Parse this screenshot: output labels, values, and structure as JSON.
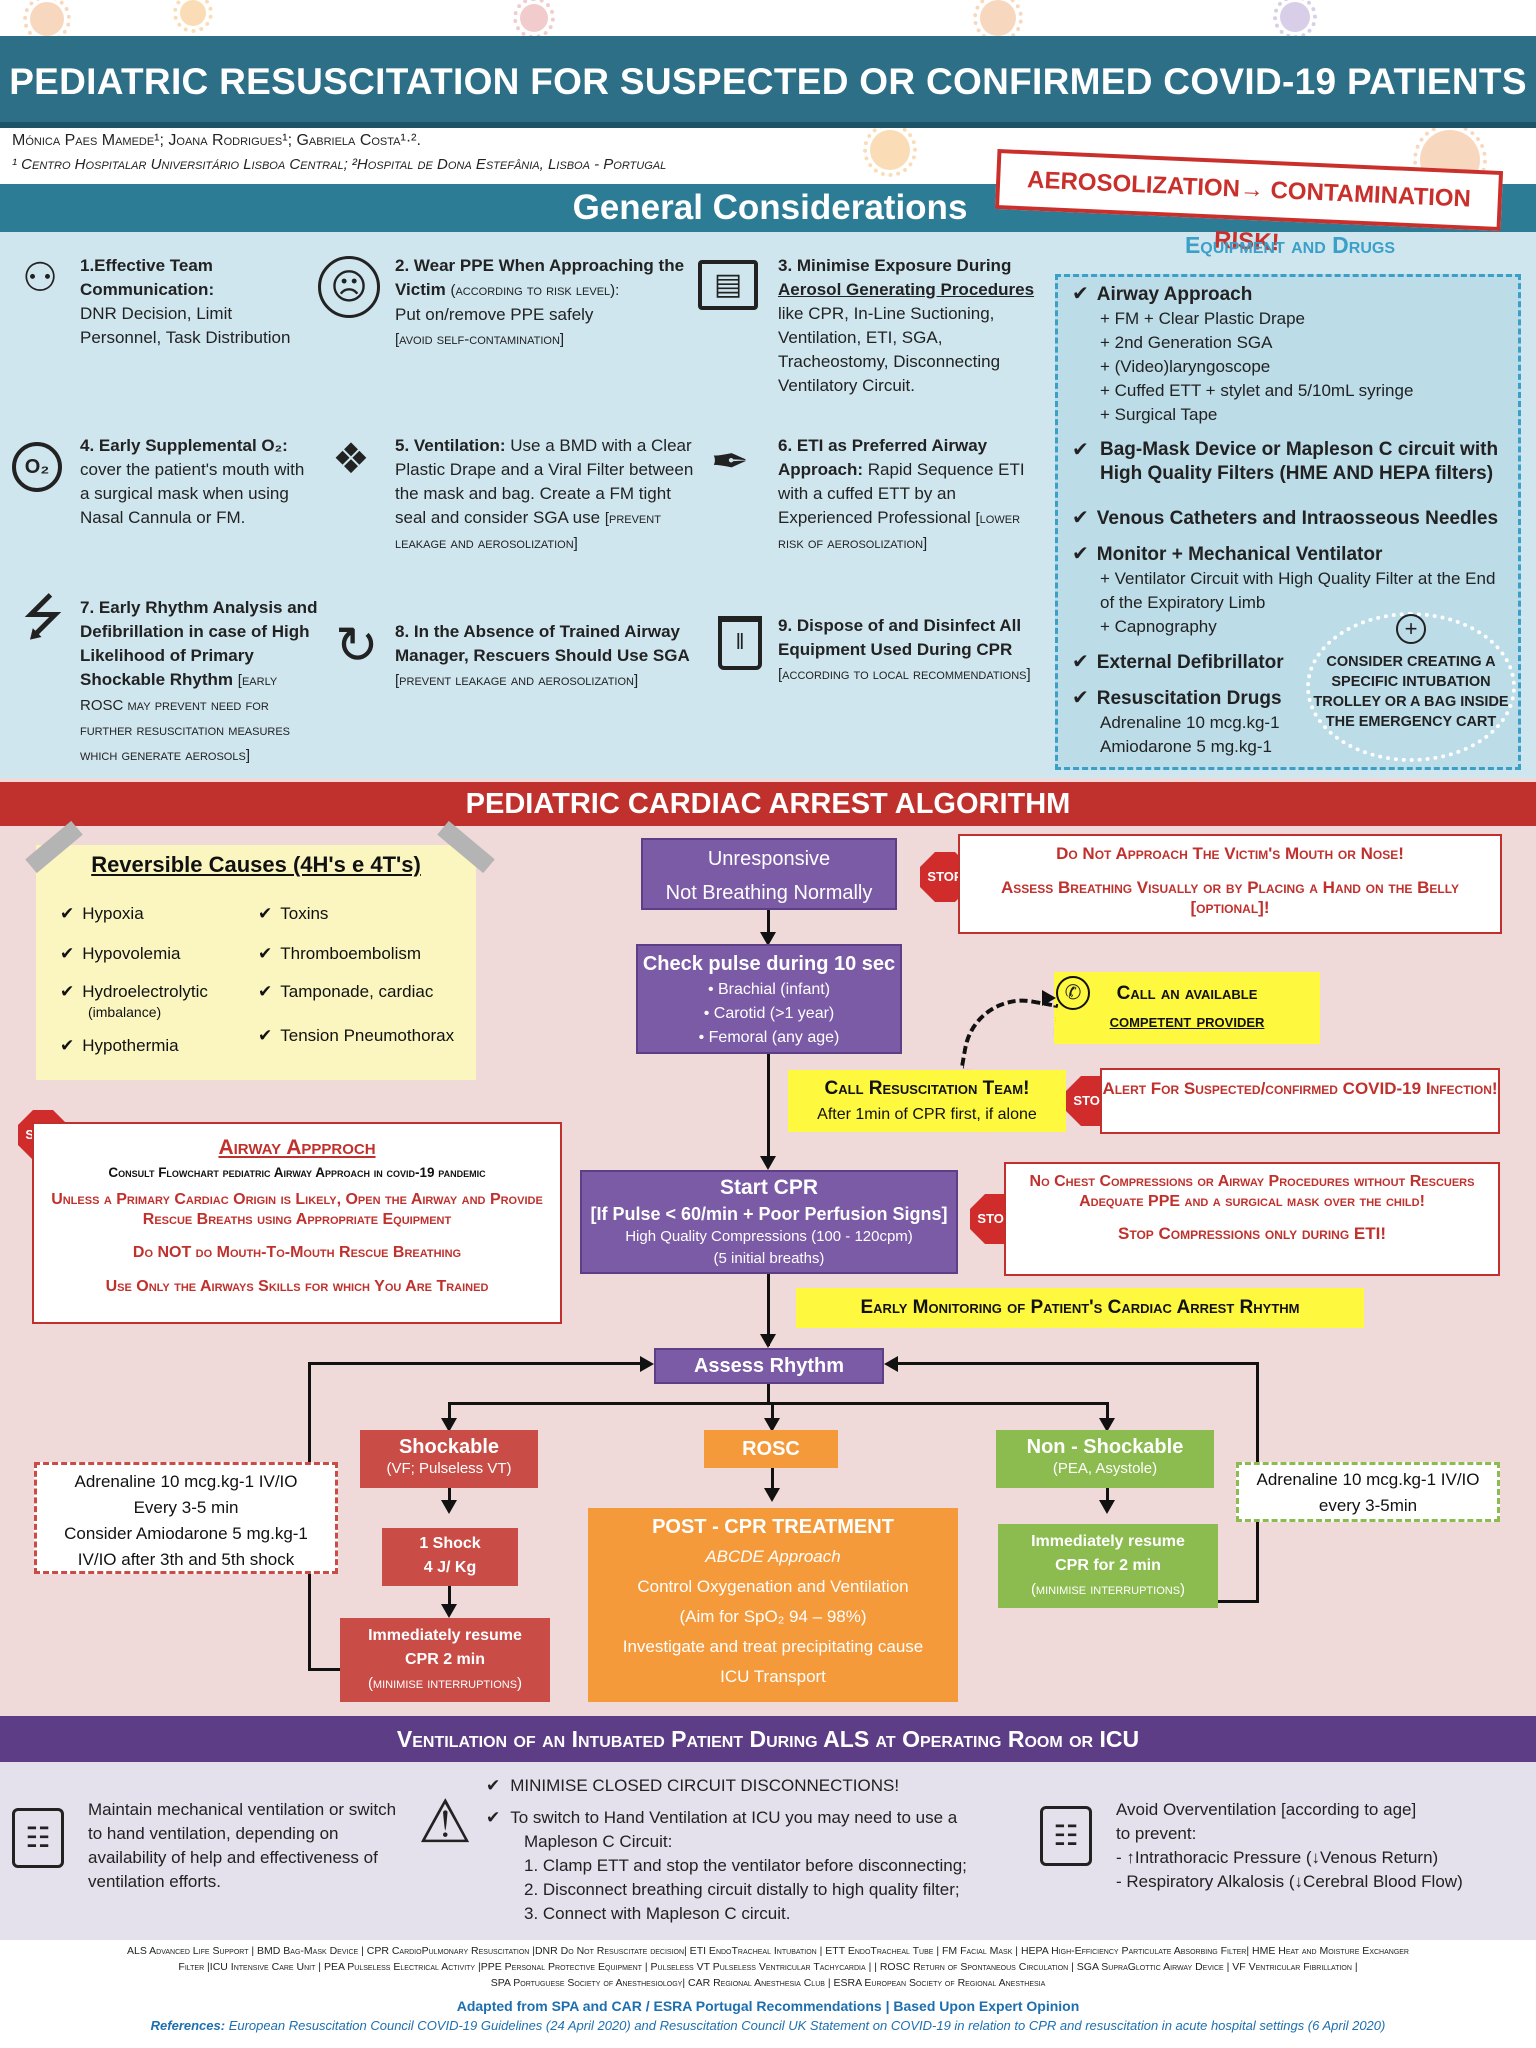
{
  "header": {
    "title": "PEDIATRIC RESUSCITATION FOR SUSPECTED OR CONFIRMED COVID-19 PATIENTS",
    "authors_line": "Mónica Paes Mamede¹; Joana Rodrigues¹; Gabriela Costa¹·².",
    "affiliation_line": "¹ Centro Hospitalar Universitário Lisboa Central; ²Hospital de Dona Estefânia, Lisboa - Portugal"
  },
  "general": {
    "title": "General Considerations",
    "warning": "AEROSOLIZATION→ CONTAMINATION RISK!",
    "items": [
      {
        "icon": "team-icon",
        "title": "1.Effective Team Communication:",
        "text": "DNR Decision, Limit Personnel, Task Distribution",
        "note": ""
      },
      {
        "icon": "ppe-icon",
        "title": "2. Wear PPE When Approaching the Victim",
        "note1": "(according to risk level):",
        "text": "Put on/remove PPE safely",
        "note": "[avoid self-contamination]"
      },
      {
        "icon": "bed-icon",
        "title": "3. Minimise Exposure During",
        "title2": "Aerosol Generating Procedures",
        "text": "like CPR, In-Line Suctioning, Ventilation, ETI, SGA, Tracheostomy, Disconnecting Ventilatory Circuit.",
        "note": ""
      },
      {
        "icon": "oxygen-icon",
        "title": "4. Early Supplemental O₂:",
        "text": "cover the patient's mouth with a surgical mask when using  Nasal Cannula or FM.",
        "note": ""
      },
      {
        "icon": "bag-mask-icon",
        "title": "5. Ventilation:",
        "text": "Use a BMD with a Clear Plastic Drape and a Viral Filter between the mask and bag. Create a FM tight seal and consider SGA use",
        "note": "[prevent leakage and aerosolization]"
      },
      {
        "icon": "laryngoscope-icon",
        "title": "6. ETI as Preferred Airway Approach:",
        "text": "Rapid Sequence ETI with a cuffed ETT by an Experienced Professional",
        "note": "[lower risk of aerosolization]"
      },
      {
        "icon": "lightning-icon",
        "title": "7. Early Rhythm Analysis and Defibrillation in case of High Likelihood of Primary Shockable Rhythm",
        "text": "",
        "note": "[early ROSC may prevent need for further resuscitation measures which generate aerosols]"
      },
      {
        "icon": "sga-icon",
        "title": "8. In the Absence of Trained Airway Manager, Rescuers Should Use SGA",
        "text": "",
        "note": "[prevent leakage and aerosolization]"
      },
      {
        "icon": "trash-icon",
        "title": "9. Dispose of and Disinfect All Equipment Used During CPR",
        "text": "",
        "note": "[according to local recommendations]"
      }
    ]
  },
  "equipment": {
    "title": "Equipment and Drugs",
    "airway": {
      "h": "Airway Approach",
      "subs": [
        "+ FM + Clear Plastic Drape",
        "+ 2nd Generation SGA",
        "+ (Video)laryngoscope",
        "+ Cuffed ETT + stylet and 5/10mL syringe",
        "+ Surgical Tape"
      ]
    },
    "bag": "Bag-Mask Device or Mapleson C circuit with High Quality Filters (HME AND HEPA filters)",
    "venous": "Venous Catheters  and Intraosseous Needles",
    "monitor": {
      "h": "Monitor + Mechanical Ventilator",
      "subs": [
        "+ Ventilator Circuit with High Quality Filter at the End of the Expiratory Limb",
        "+ Capnography"
      ]
    },
    "defib": "External Defibrillator",
    "drugs": {
      "h": "Resuscitation Drugs",
      "subs": [
        "Adrenaline 10 mcg.kg-1",
        "Amiodarone 5 mg.kg-1"
      ]
    },
    "trolley": "CONSIDER  CREATING A SPECIFIC INTUBATION TROLLEY OR A BAG INSIDE THE EMERGENCY CART"
  },
  "algorithm": {
    "title": "PEDIATRIC CARDIAC ARREST ALGORITHM",
    "reversible": {
      "title": "Reversible Causes (4H's e 4T's)",
      "left": [
        "Hypoxia",
        "Hypovolemia",
        "Hydroelectrolytic",
        "Hypothermia"
      ],
      "left_note": "(imbalance)",
      "right": [
        "Toxins",
        "Thromboembolism",
        "Tamponade, cardiac",
        "Tension Pneumothorax"
      ]
    },
    "unresponsive": "Unresponsive",
    "not_breathing": "Not Breathing Normally",
    "stop1_a": "Do Not Approach The Victim's Mouth or Nose!",
    "stop1_b": "Assess Breathing Visually or by Placing a Hand on the Belly [optional]!",
    "pulse_title": "Check pulse during 10 sec",
    "pulse_items": [
      "• Brachial (infant)",
      "• Carotid (>1 year)",
      "• Femoral (any age)"
    ],
    "call_provider_1": "Call an available",
    "call_provider_2": "competent provider",
    "call_team": "Call Resuscitation Team!",
    "call_team_sub": "After 1min of CPR first, if alone",
    "alert": "Alert For Suspected/confirmed COVID-19  Infection!",
    "airway_title": "Airway Appproch",
    "airway_consult": "Consult Flowchart  pediatric Airway Approach in covid-19 pandemic",
    "airway_1": "Unless a Primary Cardiac Origin is Likely, Open the Airway and Provide Rescue Breaths using Appropriate Equipment",
    "airway_2": "Do NOT do Mouth-To-Mouth Rescue Breathing",
    "airway_3": "Use Only the Airways Skills for which You Are Trained",
    "start_cpr": "Start CPR",
    "start_cpr_2": "[If Pulse < 60/min + Poor Perfusion Signs]",
    "start_cpr_3": "High Quality Compressions (100 - 120cpm)",
    "start_cpr_4": "(5 initial breaths)",
    "no_chest": "No Chest Compressions or Airway Procedures without Rescuers Adequate PPE and a surgical mask over the child!",
    "stop_comp": "Stop Compressions only during ETI!",
    "early_mon": "Early Monitoring of Patient's Cardiac Arrest Rhythm",
    "assess": "Assess Rhythm",
    "shockable": "Shockable",
    "shockable_sub": "(VF; Pulseless VT)",
    "rosc": "ROSC",
    "nonshock": "Non - Shockable",
    "nonshock_sub": "(PEA, Asystole)",
    "shock1": "1 Shock",
    "shock2": "4 J/ Kg",
    "resume_l_1": "Immediately resume",
    "resume_l_2": "CPR 2 min",
    "resume_l_3": "(minimise interruptions)",
    "resume_r_1": "Immediately resume",
    "resume_r_2": "CPR for 2 min",
    "resume_r_3": "(minimise interruptions)",
    "post_title": "POST - CPR TREATMENT",
    "post_items": [
      "ABCDE Approach",
      "Control Oxygenation and Ventilation",
      "(Aim for SpO₂ 94 – 98%)",
      "Investigate and treat precipitating cause",
      "ICU Transport"
    ],
    "adr_left": [
      "Adrenaline 10 mcg.kg-1 IV/IO",
      "Every 3-5 min",
      "Consider Amiodarone 5 mg.kg-1",
      "IV/IO after 3th and 5th shock"
    ],
    "adr_right": [
      "Adrenaline 10 mcg.kg-1 IV/IO",
      "every 3-5min"
    ],
    "stop_label": "STOP"
  },
  "ventilation": {
    "title": "Ventilation of an Intubated Patient During ALS at Operating Room or ICU",
    "left": "Maintain mechanical ventilation or switch to hand ventilation, depending on availability of help and effectiveness of ventilation efforts.",
    "mid_1": "MINIMISE CLOSED CIRCUIT DISCONNECTIONS!",
    "mid_2": "To switch to Hand Ventilation at ICU you may need to use a Mapleson C Circuit:",
    "steps": [
      "1.    Clamp ETT and stop the ventilator before disconnecting;",
      "2.    Disconnect breathing circuit distally to high quality filter;",
      "3.    Connect with Mapleson C circuit."
    ],
    "right_1": "Avoid Overventilation [according to age]",
    "right_2": "to prevent:",
    "right_3": "-    ↑Intrathoracic Pressure (↓Venous Return)",
    "right_4": "-    Respiratory Alkalosis (↓Cerebral Blood Flow)"
  },
  "footer": {
    "abbr_1": "ALS Advanced Life Support | BMD Bag-Mask Device | CPR CardioPulmonary Resuscitation |DNR Do Not Resuscitate decision| ETI EndoTracheal Intubation | ETT EndoTracheal Tube | FM Facial Mask | HEPA  High-Efficiency Particulate Absorbing Filter| HME Heat and Moisture Exchanger",
    "abbr_2": "Filter |ICU Intensive Care Unit | PEA Pulseless Electrical Activity |PPE Personal Protective Equipment | Pulseless VT Pulseless Ventricular Tachycardia | | ROSC Return of Spontaneous Circulation | SGA SupraGlottic Airway Device | VF Ventricular Fibrillation |",
    "abbr_3": "SPA Portuguese Society of Anesthesiology| CAR Regional Anesthesia Club | ESRA European Society of Regional Anesthesia",
    "adapted": "Adapted from SPA and CAR / ESRA Portugal Recommendations | Based Upon Expert Opinion",
    "ref_label": "References:",
    "references": "European Resuscitation Council COVID-19 Guidelines (24 April 2020) and Resuscitation Council UK Statement on COVID-19 in relation to CPR and resuscitation in acute hospital settings (6 April 2020)"
  },
  "colors": {
    "teal": "#2c6f87",
    "red": "#c0312d",
    "purple": "#7b5aa6",
    "orange": "#f59a3b",
    "green": "#8cbc4f",
    "yellow": "#fef83f"
  }
}
